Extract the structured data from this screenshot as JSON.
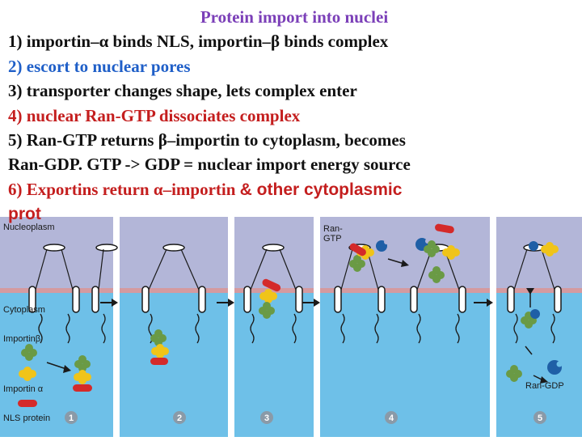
{
  "slide": {
    "title": "Protein import into nuclei",
    "lines": {
      "l1": "1) importin–α binds NLS, importin–β binds complex",
      "l2": "2) escort to nuclear pores",
      "l3": "3) transporter changes shape, lets complex enter",
      "l4": "4) nuclear Ran-GTP dissociates complex",
      "l5": "5) Ran-GTP returns β–importin to cytoplasm, becomes",
      "l6": "Ran-GDP.  GTP -> GDP =  nuclear import energy source",
      "l7_serif": "6) Exportins return α–importin ",
      "l7_sans": "& other cytoplasmic",
      "l8_sans": "prot"
    }
  },
  "figure": {
    "labels": {
      "nucleoplasm": "Nucleoplasm",
      "cytoplasm": "Cytoplasm",
      "importin_beta": "Importinβ",
      "importin_alpha": "Importin α",
      "nls_protein": "NLS protein",
      "ran_gtp_1": "Ran-",
      "ran_gtp_2": "GTP",
      "ran_gdp": "Ran-GDP"
    },
    "steps": [
      "1",
      "2",
      "3",
      "4",
      "5"
    ],
    "colors": {
      "nucleoplasm": "#b3b6d8",
      "cytoplasm": "#6ec0e8",
      "membrane": "#d49aa0",
      "importin_beta": "#6a9a45",
      "importin_alpha": "#f0c419",
      "nls_protein": "#d42a2a",
      "ran": "#1f5fa6",
      "arrow": "#1a1a1a"
    }
  }
}
